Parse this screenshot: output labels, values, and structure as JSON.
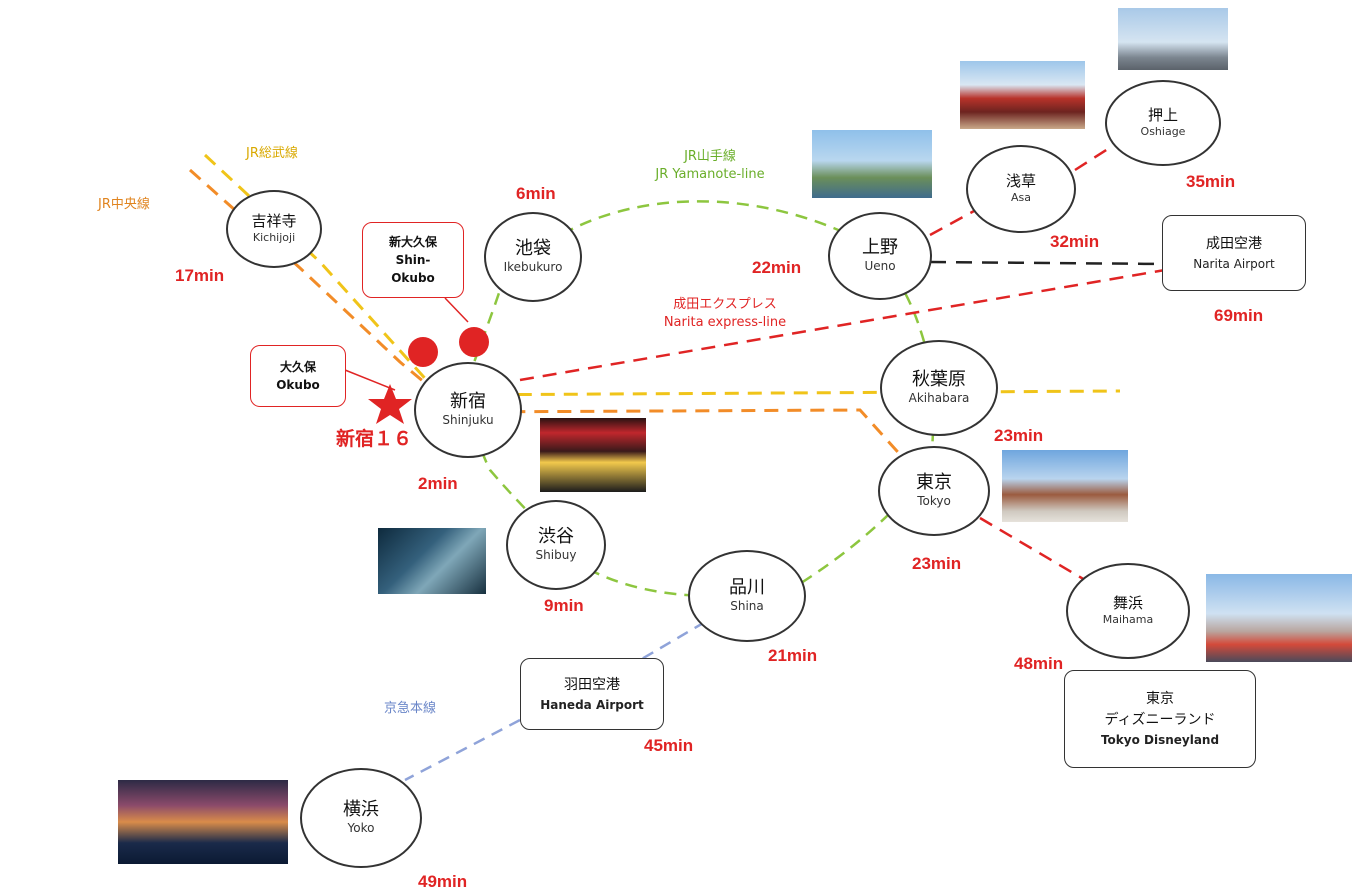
{
  "line_labels": {
    "sobu": "JR総武線",
    "chuo": "JR中央線",
    "yamanote_jp": "JR山手線",
    "yamanote_en": "JR Yamanote-line",
    "narita_exp_jp": "成田エクスプレス",
    "narita_exp_en": "Narita express-line",
    "keikyu": "京急本線"
  },
  "stations": {
    "kichijoji": {
      "jp": "吉祥寺",
      "en": "Kichijoji"
    },
    "ikebukuro": {
      "jp": "池袋",
      "en": "Ikebukuro"
    },
    "shinjuku": {
      "jp": "新宿",
      "en": "Shinjuku"
    },
    "shibuya": {
      "jp": "渋谷",
      "en": "Shibuy"
    },
    "shinagawa": {
      "jp": "品川",
      "en": "Shina"
    },
    "ueno": {
      "jp": "上野",
      "en": "Ueno"
    },
    "akihabara": {
      "jp": "秋葉原",
      "en": "Akihabara"
    },
    "tokyo": {
      "jp": "東京",
      "en": "Tokyo"
    },
    "asakusa": {
      "jp": "浅草",
      "en": "Asa"
    },
    "oshiage": {
      "jp": "押上",
      "en": "Oshiage"
    },
    "maihama": {
      "jp": "舞浜",
      "en": "Maihama"
    },
    "yokohama": {
      "jp": "横浜",
      "en": "Yoko"
    }
  },
  "boxes": {
    "narita": {
      "jp": "成田空港",
      "en": "Narita Airport"
    },
    "haneda": {
      "jp": "羽田空港",
      "en": "Haneda Airport"
    },
    "disney": {
      "jp1": "東京",
      "jp2": "ディズニーランド",
      "en": "Tokyo Disneyland"
    },
    "shin_okubo": {
      "jp": "新大久保",
      "en1": "Shin-",
      "en2": "Okubo"
    },
    "okubo": {
      "jp": "大久保",
      "en": "Okubo"
    }
  },
  "property": {
    "label": "新宿１６"
  },
  "times": {
    "kichijoji": "17min",
    "ikebukuro": "6min",
    "shibuya": "2min",
    "shibuya2": "9min",
    "shinagawa": "21min",
    "ueno": "22min",
    "asakusa": "32min",
    "oshiage": "35min",
    "narita": "69min",
    "akihabara": "23min",
    "tokyo": "23min",
    "maihama": "48min",
    "haneda": "45min",
    "yokohama": "49min"
  },
  "colors": {
    "yamanote": "#8dc63f",
    "sobu": "#f0c419",
    "chuo": "#f28c28",
    "narita_express": "#e02424",
    "keikyu": "#8fa3d9",
    "keisei": "#222222",
    "accent_red": "#e02424"
  }
}
